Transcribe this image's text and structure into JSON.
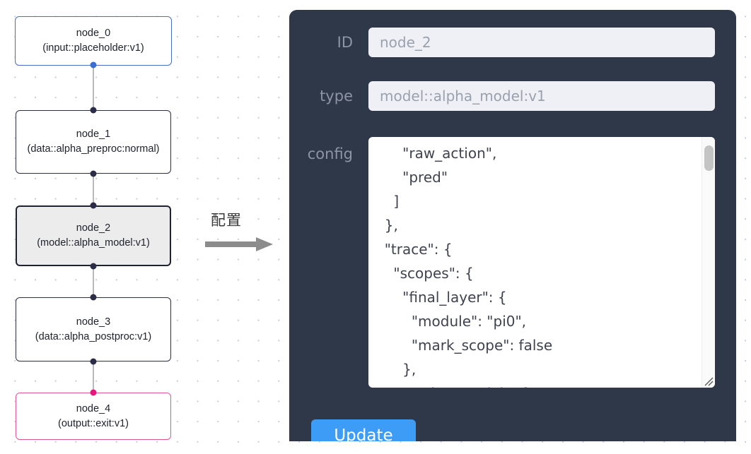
{
  "graph": {
    "nodes": [
      {
        "id": "node_0",
        "title": "node_0",
        "subtitle": "(input::placeholder:v1)",
        "kind": "input",
        "accent": "#4a6fc0"
      },
      {
        "id": "node_1",
        "title": "node_1",
        "subtitle": "(data::alpha_preproc:normal)",
        "kind": "default",
        "accent": "#2b2f45"
      },
      {
        "id": "node_2",
        "title": "node_2",
        "subtitle": "(model::alpha_model:v1)",
        "kind": "selected",
        "accent": "#1f2233"
      },
      {
        "id": "node_3",
        "title": "node_3",
        "subtitle": "(data::alpha_postproc:v1)",
        "kind": "default",
        "accent": "#2b2f45"
      },
      {
        "id": "node_4",
        "title": "node_4",
        "subtitle": "(output::exit:v1)",
        "kind": "output",
        "accent": "#e0559a"
      }
    ],
    "edges": [
      {
        "from": "node_0",
        "to": "node_1"
      },
      {
        "from": "node_1",
        "to": "node_2"
      },
      {
        "from": "node_2",
        "to": "node_3"
      },
      {
        "from": "node_3",
        "to": "node_4"
      }
    ]
  },
  "annotation": {
    "caption": "配置",
    "arrow_icon": "right-arrow-icon",
    "arrow_color": "#8c8c8c"
  },
  "panel": {
    "background": "#2f3849",
    "fields": [
      {
        "label": "ID",
        "value": "node_2"
      },
      {
        "label": "type",
        "value": "model::alpha_model:v1"
      }
    ],
    "config": {
      "label": "config",
      "value": "      \"raw_action\",\n      \"pred\"\n    ]\n  },\n  \"trace\": {\n    \"scopes\": {\n      \"final_layer\": {\n        \"module\": \"pi0\",\n        \"mark_scope\": false\n      },\n      \"action_model\": {",
      "scrollbar": {
        "thumb_color": "#c4c4c4",
        "track_color": "#fafafa"
      },
      "resize_handle_icon": "resize-grip-icon"
    },
    "update_button": {
      "label": "Update",
      "color": "#3d9cf5"
    }
  }
}
